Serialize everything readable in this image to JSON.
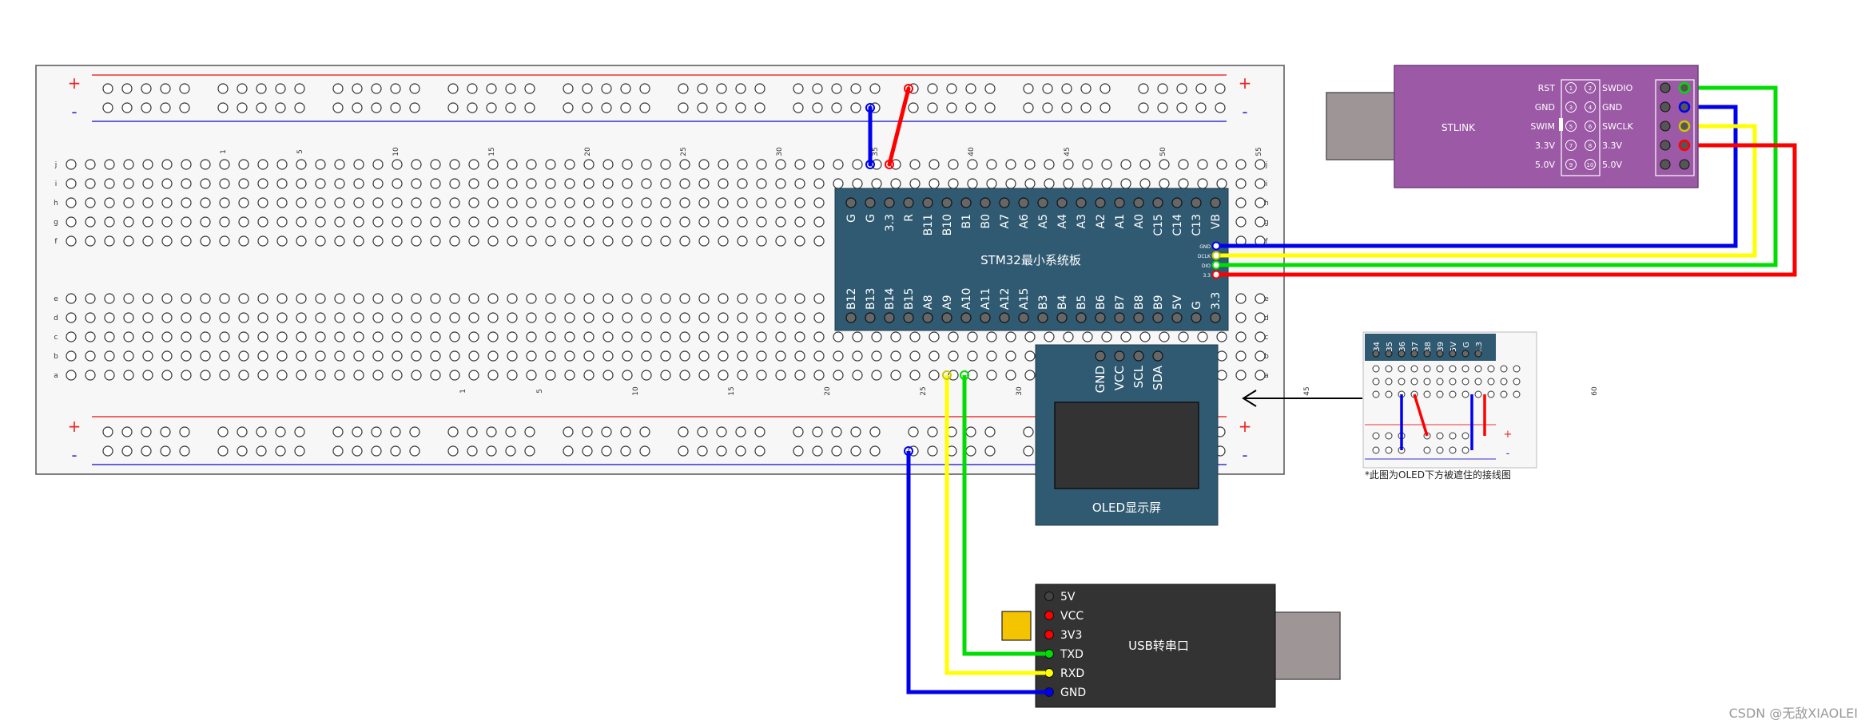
{
  "breadboard": {
    "plus_sign": "+",
    "minus_sign": "-",
    "row_letters_top": [
      "j",
      "i",
      "h",
      "g",
      "f"
    ],
    "row_letters_bottom": [
      "e",
      "d",
      "c",
      "b",
      "a"
    ],
    "column_numbers": [
      "1",
      "5",
      "10",
      "15",
      "20",
      "25",
      "30",
      "35",
      "40",
      "45",
      "50",
      "55",
      "60"
    ]
  },
  "stm32": {
    "title": "STM32最小系统板",
    "top_pins": [
      "G",
      "G",
      "3.3",
      "R",
      "B11",
      "B10",
      "B1",
      "B0",
      "A7",
      "A6",
      "A5",
      "A4",
      "A3",
      "A2",
      "A1",
      "A0",
      "C15",
      "C14",
      "C13",
      "VB"
    ],
    "bottom_pins": [
      "B12",
      "B13",
      "B14",
      "B15",
      "A8",
      "A9",
      "A10",
      "A11",
      "A12",
      "A15",
      "B3",
      "B4",
      "B5",
      "B6",
      "B7",
      "B8",
      "B9",
      "5V",
      "G",
      "3.3"
    ],
    "swd_pins": [
      "GND",
      "DCLK",
      "DIO",
      "3.3"
    ]
  },
  "stlink": {
    "title": "STLINK",
    "left_labels": [
      "RST",
      "GND",
      "SWIM",
      "3.3V",
      "5.0V"
    ],
    "right_labels": [
      "SWDIO",
      "GND",
      "SWCLK",
      "3.3V",
      "5.0V"
    ],
    "pin_numbers": [
      "1",
      "2",
      "3",
      "4",
      "5",
      "6",
      "7",
      "8",
      "9",
      "10"
    ]
  },
  "oled": {
    "title": "OLED显示屏",
    "pins": [
      "GND",
      "VCC",
      "SCL",
      "SDA"
    ]
  },
  "usb_serial": {
    "title": "USB转串口",
    "pins": [
      "5V",
      "VCC",
      "3V3",
      "TXD",
      "RXD",
      "GND"
    ]
  },
  "inset": {
    "pins": [
      "B4",
      "B5",
      "B6",
      "B7",
      "B8",
      "B9",
      "5V",
      "G",
      "3.3"
    ],
    "plus_sign": "+",
    "minus_sign": "-",
    "caption": "*此图为OLED下方被遮住的接线图"
  },
  "watermark": "CSDN @无敌XIAOLEI",
  "colors": {
    "wire_red": "#ff0000",
    "wire_blue": "#0000ee",
    "wire_green": "#00dd00",
    "wire_yellow": "#ffff00",
    "stm32_board": "#2f5a72",
    "stlink_board": "#9b59a6",
    "usb_board": "#333333",
    "connector_gray": "#9e9597",
    "crystal": "#f5c400"
  }
}
